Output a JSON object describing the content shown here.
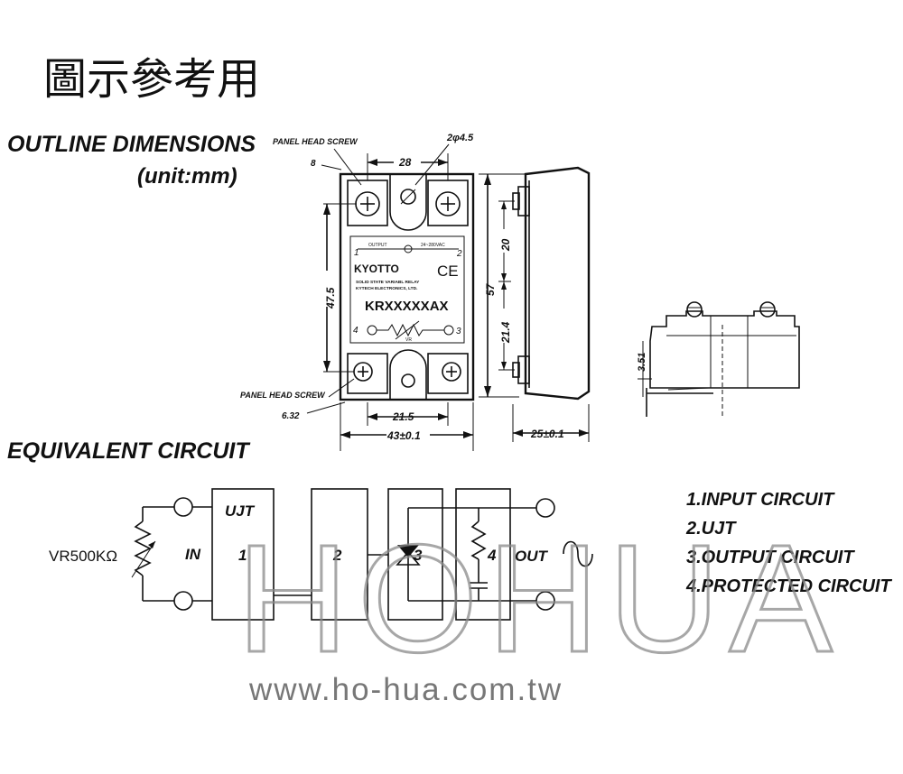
{
  "header": {
    "title": "圖示參考用"
  },
  "outline": {
    "title": "OUTLINE DIMENSIONS",
    "unit": "(unit:mm)",
    "labels": {
      "panel_screw_top": "PANEL HEAD SCREW",
      "panel_screw_bottom": "PANEL HEAD SCREW",
      "screw_size_top": "8",
      "screw_size_bottom": "6.32",
      "hole_spec": "2φ4.5",
      "dim_28": "28",
      "dim_47_5": "47.5",
      "dim_21_5": "21.5",
      "dim_43": "43±0.1",
      "dim_57": "57",
      "dim_20": "20",
      "dim_21_4": "21.4",
      "dim_25": "25±0.1",
      "dim_3_51": "3.51"
    },
    "relay_face": {
      "term1": "1",
      "term2": "2",
      "term3": "3",
      "term4": "4",
      "output_label": "OUTPUT",
      "voltage": "24~280VAC",
      "brand": "KYOTTO",
      "ce_mark": "CE",
      "subtitle1": "SOLID STATE VARIABL RELAY",
      "subtitle2": "KYTECH ELECTRONICS, LTD.",
      "model": "KRXXXXXAX",
      "vr": "VR"
    }
  },
  "circuit": {
    "title": "EQUIVALENT  CIRCUIT",
    "vr_label": "VR500KΩ",
    "in_label": "IN",
    "out_label": "OUT",
    "ujt_label": "UJT",
    "block1": "1",
    "block2": "2",
    "block3": "3",
    "block4": "4",
    "legend": [
      "1.INPUT  CIRCUIT",
      "2.UJT",
      "3.OUTPUT  CIRCUIT",
      "4.PROTECTED  CIRCUIT"
    ]
  },
  "watermark": {
    "brand": "HOHUA",
    "url": "www.ho-hua.com.tw"
  }
}
